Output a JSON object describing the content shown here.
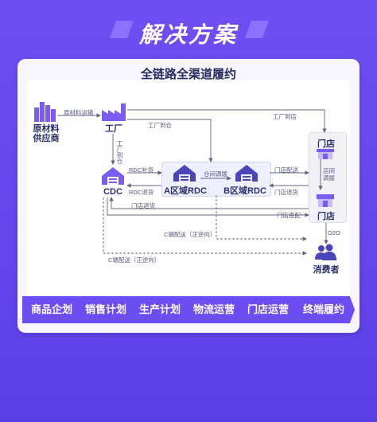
{
  "hero": {
    "title": "解决方案"
  },
  "card": {
    "title": "全链路全渠道履约"
  },
  "nodes": {
    "supplier": "原材料\n供应商",
    "factory": "工厂",
    "cdc": "CDC",
    "rdc_a": "A区域RDC",
    "rdc_b": "B区域RDC",
    "store_top": "门店",
    "store_bottom": "门店",
    "consumer": "消费者"
  },
  "edges": {
    "raw_transport": "原材料运输",
    "factory_to_store": "工厂到店",
    "factory_to_warehouse": "工厂到仓",
    "factory_to_cdc": "工厂到仓",
    "rdc_replenish": "RDC补货",
    "rdc_return": "RDC退货",
    "warehouse_transfer": "仓间调拨",
    "store_delivery": "门店配送",
    "store_return": "门店退货",
    "store_inter_transfer": "店间调拨",
    "store_return_cdc": "门店退货",
    "store_pickup": "门店直配",
    "o2o": "O2O",
    "c_delivery_1": "C端配送（正逆向）",
    "c_delivery_2": "C端配送（正逆向）"
  },
  "band": [
    "商品企划",
    "销售计划",
    "生产计划",
    "物流运营",
    "门店运营",
    "终端履约"
  ],
  "colors": {
    "background": "#6a49f0",
    "accent": "#6b4ef1",
    "node_icon": "#7a5cf0",
    "text_dark": "#2a2f6b"
  }
}
